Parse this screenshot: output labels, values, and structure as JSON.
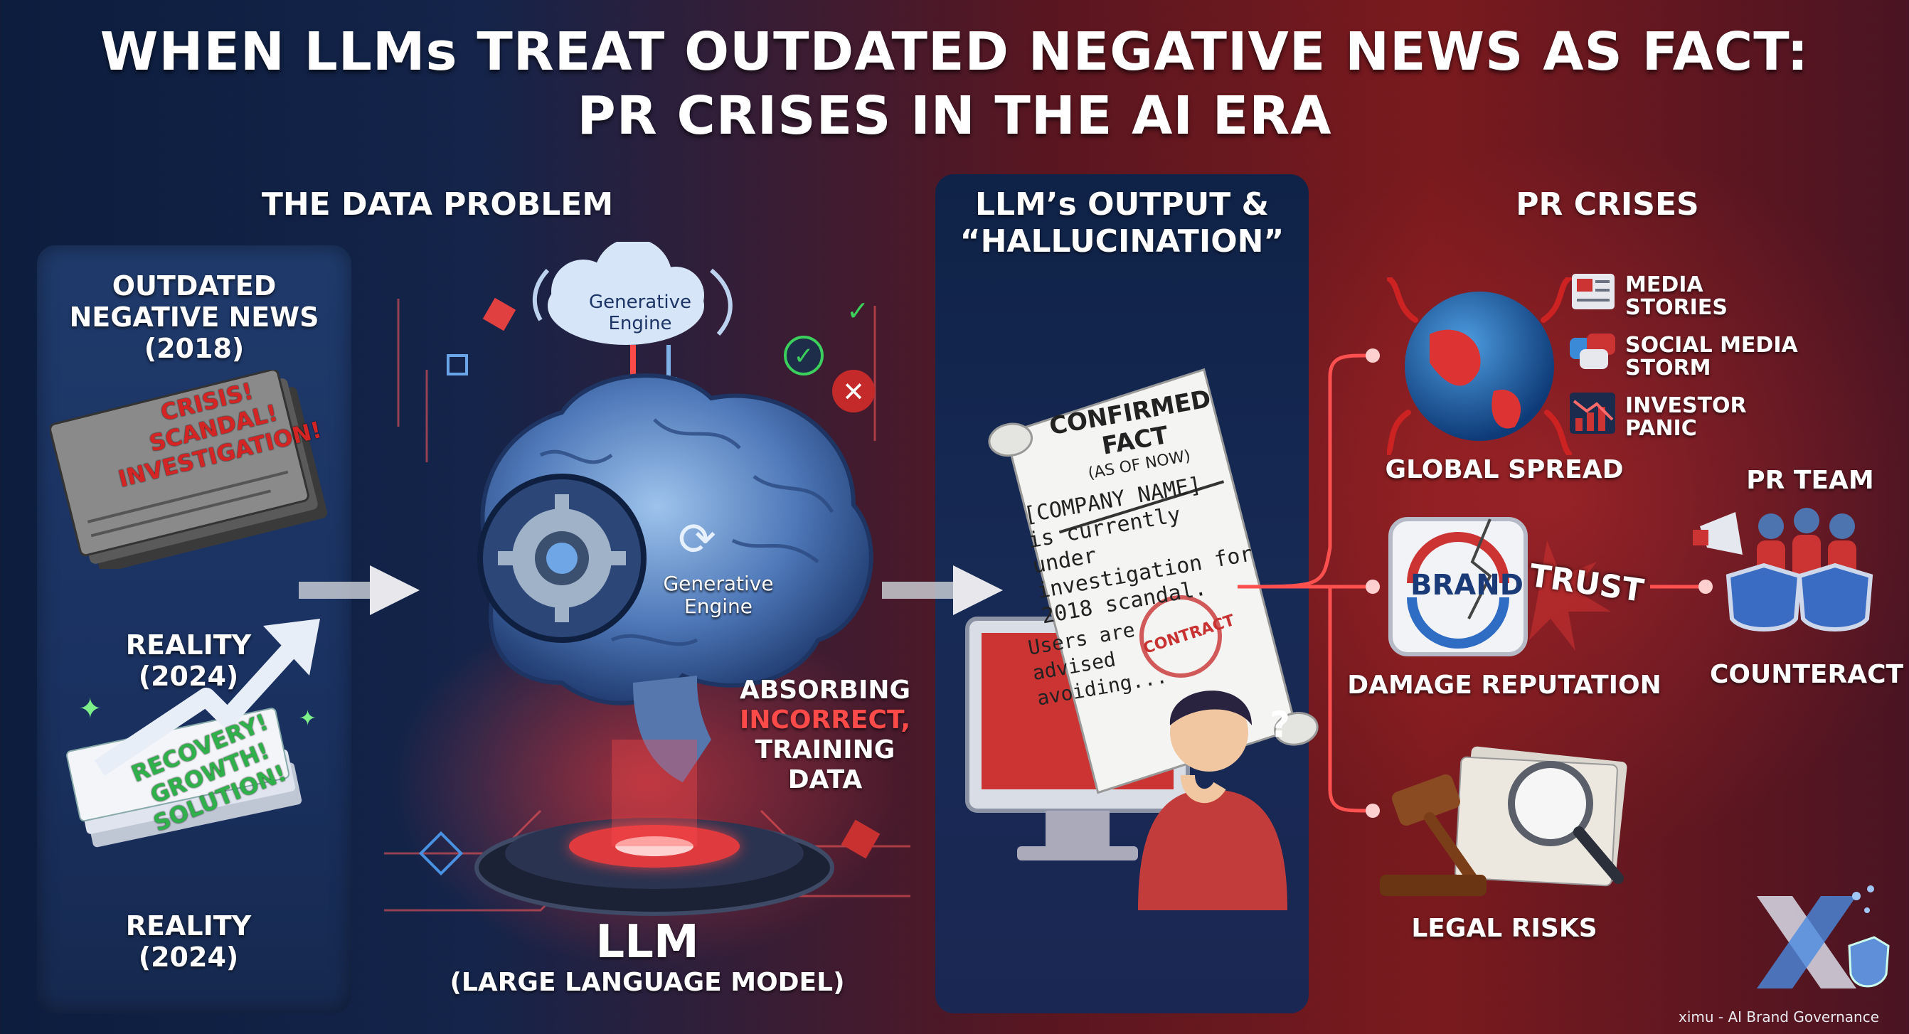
{
  "title": {
    "line1": "WHEN LLMs TREAT OUTDATED NEGATIVE NEWS AS FACT:",
    "line2": "PR CRISES IN THE AI ERA"
  },
  "data_problem": {
    "header": "THE DATA PROBLEM",
    "outdated": {
      "line1": "OUTDATED",
      "line2": "NEGATIVE NEWS",
      "line3": "(2018)"
    },
    "newspaper": {
      "l1": "CRISIS!",
      "l2": "SCANDAL!",
      "l3": "INVESTIGATION!"
    },
    "reality1": {
      "line1": "REALITY",
      "line2": "(2024)"
    },
    "recovery": {
      "l1": "RECOVERY!",
      "l2": "GROWTH!",
      "l3": "SOLUTION!"
    },
    "reality2": {
      "line1": "REALITY",
      "line2": "(2024)"
    }
  },
  "llm": {
    "cloud_label_1": "Generative",
    "cloud_label_2": "Engine",
    "brain_label_1": "Generative",
    "brain_label_2": "Engine",
    "absorbing": {
      "l1": "ABSORBING",
      "l2": "INCORRECT,",
      "l3": "TRAINING",
      "l4": "DATA"
    },
    "name": "LLM",
    "full_name": "(LARGE LANGUAGE MODEL)"
  },
  "output": {
    "header_1": "LLM’s OUTPUT &",
    "header_2": "“HALLUCINATION”",
    "scroll": {
      "title": "CONFIRMED FACT",
      "subtitle": "(AS OF NOW)",
      "b1": "[COMPANY NAME]",
      "b2": "is currently under",
      "b3": "investigation for",
      "b4": "2018 scandal.",
      "b5": "Users are advised",
      "b6": "avoiding...",
      "stamp": "CONTRACT"
    },
    "question_mark": "?"
  },
  "pr_crises": {
    "header": "PR CRISES",
    "impacts": [
      {
        "l1": "MEDIA",
        "l2": "STORIES",
        "icon": "newspaper-icon"
      },
      {
        "l1": "SOCIAL MEDIA",
        "l2": "STORM",
        "icon": "chat-bubbles-icon"
      },
      {
        "l1": "INVESTOR",
        "l2": "PANIC",
        "icon": "falling-chart-icon"
      }
    ],
    "global_spread": "GLOBAL SPREAD",
    "brand": "BRAND",
    "trust": "TRUST",
    "damage": "DAMAGE REPUTATION",
    "legal": "LEGAL RISKS",
    "pr_team": "PR TEAM",
    "counteract": "COUNTERACT"
  },
  "footer": {
    "credit": "ximu - AI Brand Governance"
  },
  "colors": {
    "accent_red": "#ff4a4a",
    "navy": "#0c1d3e",
    "crimson": "#7a1a1e"
  }
}
